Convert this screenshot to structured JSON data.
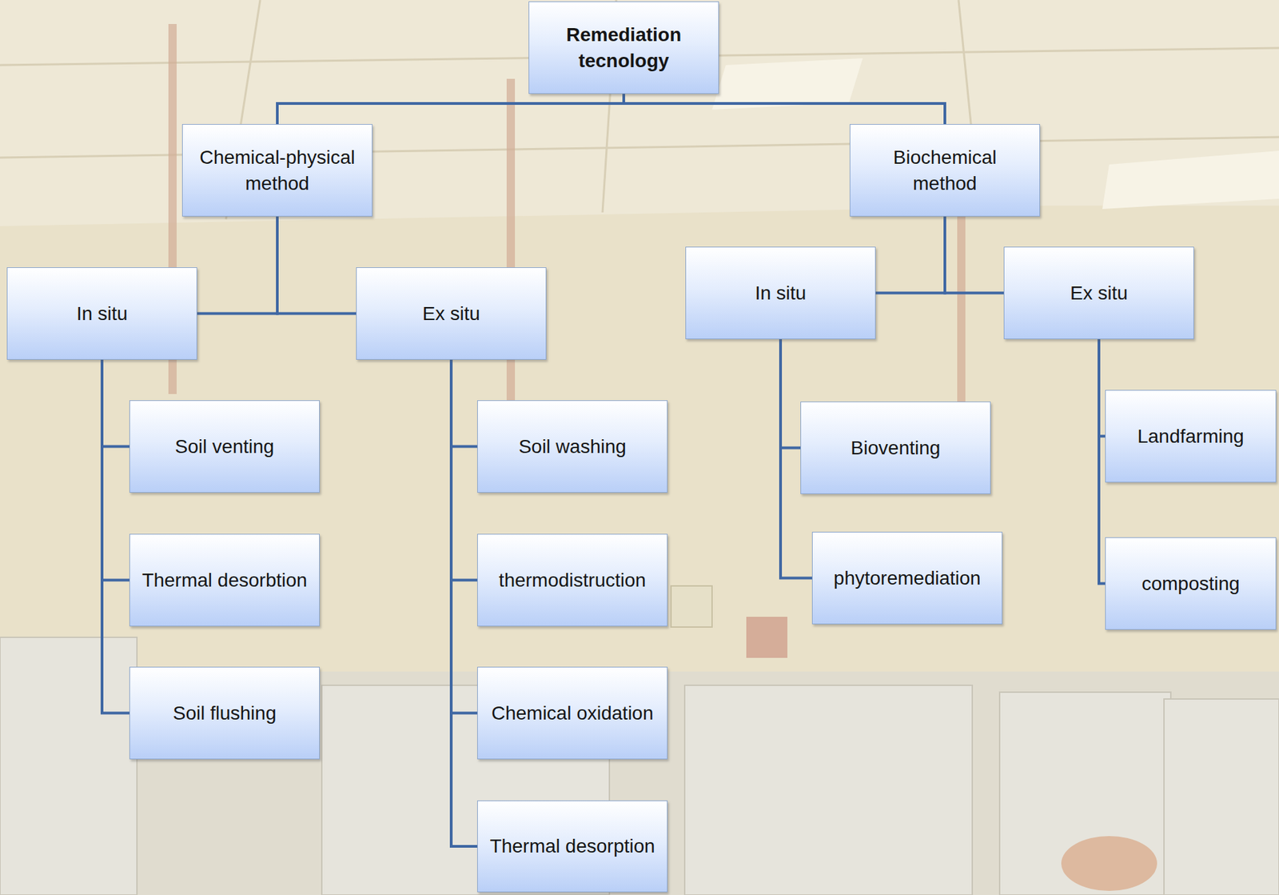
{
  "diagram": {
    "nodes": [
      {
        "text": [
          "Remediation tecnology"
        ]
      },
      {
        "text": [
          "Chemical-physical method"
        ]
      },
      {
        "text": [
          "Biochemical method"
        ]
      },
      {
        "text": [
          "In situ"
        ]
      },
      {
        "text": [
          "Ex situ"
        ]
      },
      {
        "text": [
          "In situ"
        ]
      },
      {
        "text": [
          "Ex situ"
        ]
      },
      {
        "text": [
          "Soil venting"
        ]
      },
      {
        "text": [
          "Thermal desorbtion"
        ]
      },
      {
        "text": [
          "Soil flushing"
        ]
      },
      {
        "text": [
          "Soil washing"
        ]
      },
      {
        "text": [
          "thermodistruction"
        ]
      },
      {
        "text": [
          "Chemical oxidation"
        ]
      },
      {
        "text": [
          "Thermal desorption"
        ]
      },
      {
        "text": [
          "Bioventing"
        ]
      },
      {
        "text": [
          "phytoremediation"
        ]
      },
      {
        "text": [
          "Landfarming"
        ]
      },
      {
        "text": [
          "composting"
        ]
      }
    ],
    "edges": [
      {
        "from": 0,
        "to": 1,
        "arrow": "none"
      },
      {
        "from": 0,
        "to": 2,
        "arrow": "none"
      },
      {
        "from": 1,
        "to": 3,
        "arrow": "none"
      },
      {
        "from": 1,
        "to": 4,
        "arrow": "none"
      },
      {
        "from": 2,
        "to": 5,
        "arrow": "none"
      },
      {
        "from": 2,
        "to": 6,
        "arrow": "none"
      },
      {
        "from": 3,
        "to": 7,
        "arrow": "none"
      },
      {
        "from": 3,
        "to": 8,
        "arrow": "none"
      },
      {
        "from": 3,
        "to": 9,
        "arrow": "none"
      },
      {
        "from": 4,
        "to": 10,
        "arrow": "none"
      },
      {
        "from": 4,
        "to": 11,
        "arrow": "none"
      },
      {
        "from": 4,
        "to": 12,
        "arrow": "none"
      },
      {
        "from": 4,
        "to": 13,
        "arrow": "none"
      },
      {
        "from": 5,
        "to": 14,
        "arrow": "none"
      },
      {
        "from": 5,
        "to": 15,
        "arrow": "none"
      },
      {
        "from": 6,
        "to": 16,
        "arrow": "none"
      },
      {
        "from": 6,
        "to": 17,
        "arrow": "none"
      }
    ]
  }
}
